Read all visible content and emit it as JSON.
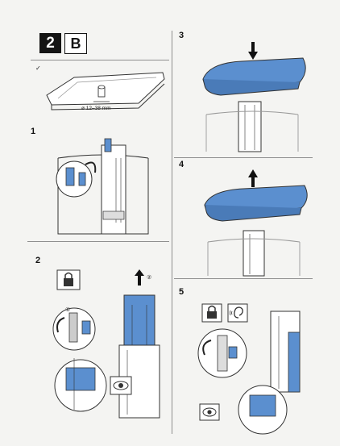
{
  "header": {
    "step_badge": "2",
    "variant_badge": "B"
  },
  "intro": {
    "check_mark": "✓",
    "dimension_label": "ø 12–38 mm"
  },
  "steps": {
    "s1": "1",
    "s2": "2",
    "s3": "3",
    "s4": "4",
    "s5": "5"
  },
  "step2": {
    "circle_1": "①",
    "circle_2": "②"
  },
  "icons": {
    "lock": "lock-icon",
    "eye": "eye-icon",
    "ear": "ear-icon",
    "arrow_down": "arrow-down-icon",
    "arrow_up": "arrow-up-icon"
  },
  "colors": {
    "accent_blue": "#5b8fcf",
    "ink": "#1a1a1a",
    "line": "#8f8f8f"
  }
}
